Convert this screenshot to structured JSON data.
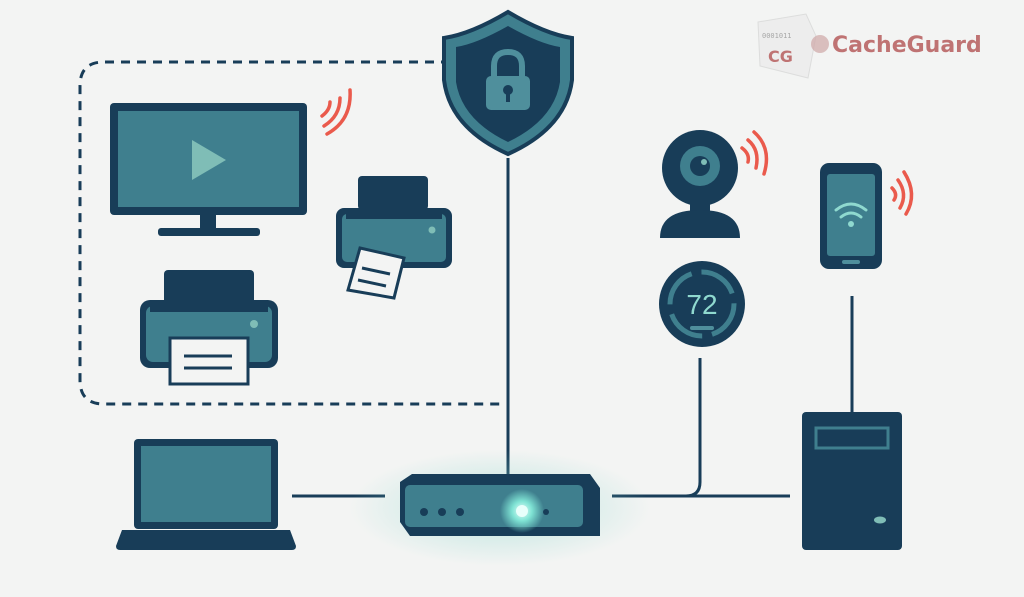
{
  "watermark": {
    "brand": "CacheGuard",
    "monogram": "CG",
    "binary": "0001011"
  },
  "devices": {
    "thermostat": {
      "reading": "72"
    }
  },
  "colors": {
    "dark": "#183d58",
    "teal": "#3f7f8e",
    "glow": "#8fd9cf",
    "signal": "#ea5a4c",
    "logo": "#b75d5d"
  },
  "icons": [
    "shield-lock-icon",
    "tv-icon",
    "printer-icon",
    "webcam-icon",
    "smartphone-icon",
    "thermostat-icon",
    "laptop-icon",
    "router-icon",
    "server-tower-icon",
    "wifi-signal-icon"
  ]
}
